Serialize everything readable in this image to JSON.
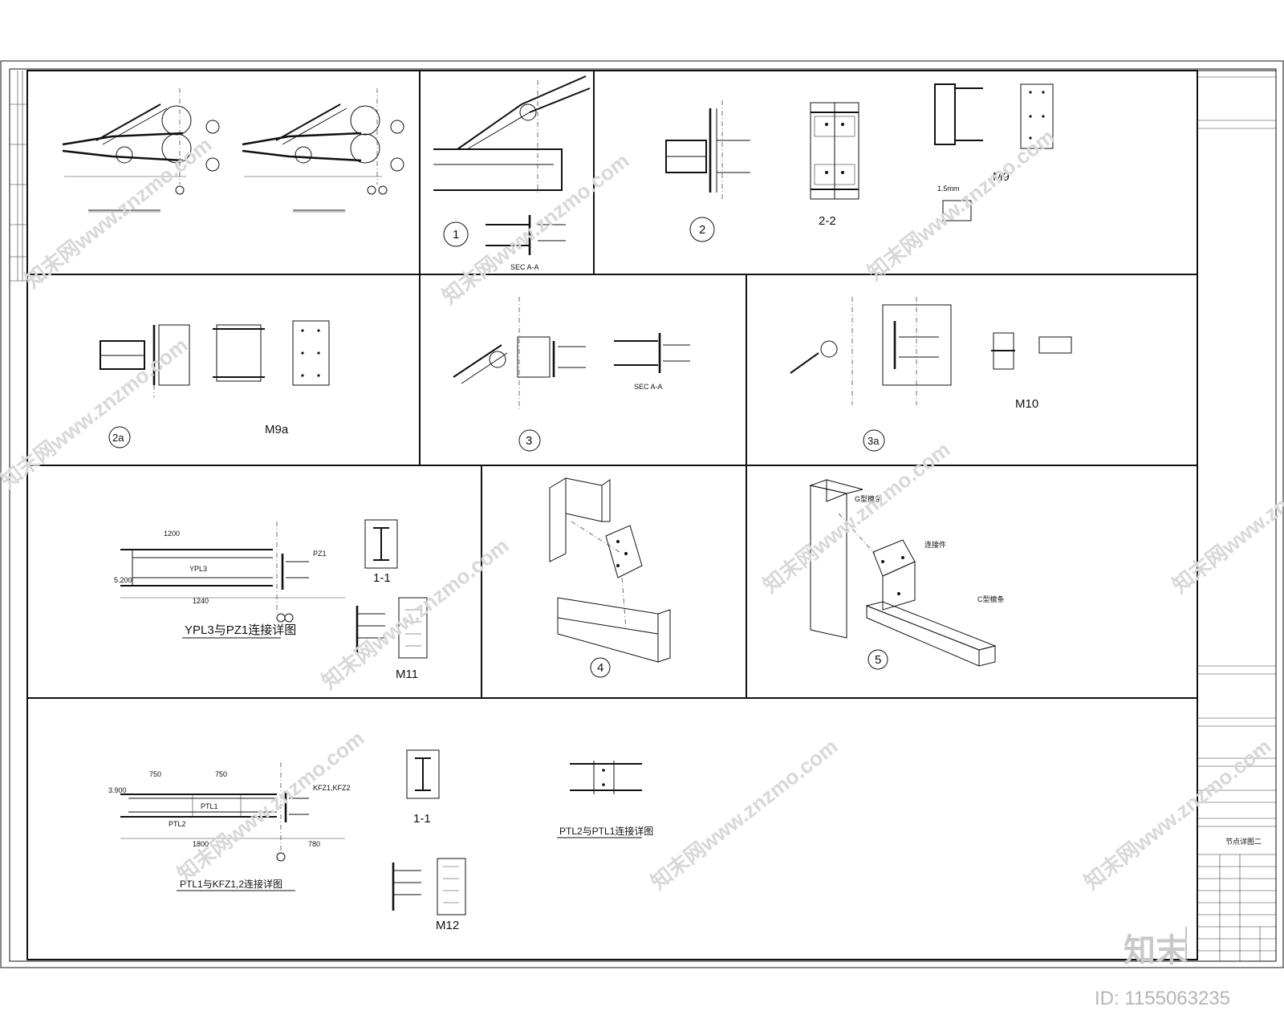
{
  "details": {
    "d1_label": "1",
    "d1_sec": "SEC A-A",
    "d2_label": "2",
    "d2_sec": "2-2",
    "m9": "M9",
    "plate_note": "1.5mm",
    "d2a_label": "2a",
    "m9a": "M9a",
    "d3_label": "3",
    "d3_sec": "SEC A-A",
    "d3a_label": "3a",
    "m10": "M10",
    "ypl_caption": "YPL3与PZ1连接详图",
    "m11": "M11",
    "sec11": "1-1",
    "d4_label": "4",
    "d5_label": "5",
    "ptl_caption": "PTL1与KFZ1,2连接详图",
    "sec11b": "1-1",
    "m12": "M12",
    "ptl2_caption": "PTL2与PTL1连接详图",
    "gbeam_note": "G型檩条",
    "conn_note": "连接件",
    "cbeam_note": "C型檩条",
    "ypl3": "YPL3",
    "pz1": "PZ1",
    "ptl1": "PTL1",
    "ptl2": "PTL2",
    "kfz": "KFZ1,KFZ2",
    "dim_1200": "1200",
    "dim_1240": "1240",
    "dim_750": "750",
    "dim_1800": "1800",
    "dim_780": "780",
    "elev_5200": "5.200",
    "elev_3900": "3.900"
  },
  "watermark": {
    "text": "知末网www.znzmo.com",
    "logo": "知末",
    "id": "ID: 1155063235"
  },
  "title_block": {
    "drawing_name": "节点详图二"
  }
}
